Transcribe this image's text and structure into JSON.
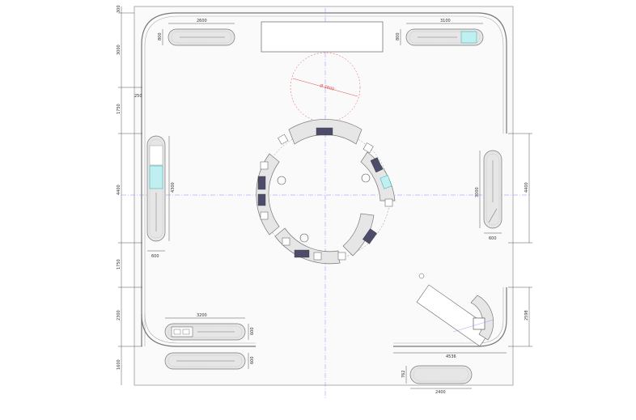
{
  "dimensions": {
    "top_300": "300",
    "left_3000": "3000",
    "left_250": "250",
    "left_1750_top": "1750",
    "left_4400": "4400",
    "left_1750_bottom": "1750",
    "left_2300": "2300",
    "left_1600": "1600",
    "desk_tl_width": "2600",
    "desk_tl_depth": "800",
    "desk_tr_width": "3100",
    "desk_tr_depth": "800",
    "desk_left_height": "4300",
    "desk_left_depth": "600",
    "desk_right_height": "3000",
    "desk_right_depth": "600",
    "right_4400": "4400",
    "desk_bl_width": "3200",
    "desk_bl_depth": "600",
    "desk_bl2_depth": "600",
    "right_2598": "2598",
    "bottom_4536": "4536",
    "desk_br_depth": "762",
    "desk_br_width": "2400",
    "circle_diameter": "Ø 2800"
  },
  "colors": {
    "wall": "#777777",
    "axis": "#8a8aff",
    "circle": "#e04a4a",
    "screen": "#4d4d6b",
    "highlight": "#bfeff0"
  }
}
